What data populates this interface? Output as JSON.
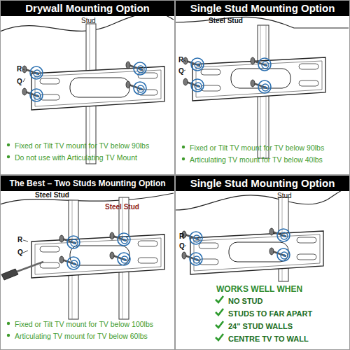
{
  "diagram": {
    "nodes": [
      {
        "text": [
          "Drywall Mounting Option",
          "Fixed or Tilt TV mount for TV below 90lbs",
          "Do not use with Articulating TV Mount"
        ]
      },
      {
        "text": [
          "Single Stud Mounting Option",
          "Fixed or Tilt TV mount for TV below 90lbs",
          "Articulating TV mount for TV below 40lbs"
        ]
      },
      {
        "text": [
          "The Best – Two Studs Mounting Option",
          "Fixed or Tilt TV mount for TV below 100lbs",
          "Articulating TV mount for TV below 60lbs"
        ]
      },
      {
        "text": [
          "Single Stud Mounting Option",
          "WORKS WELL WHEN",
          "NO STUD",
          "STUDS TO FAR APART",
          "24\" STUD WALLS",
          "CENTRE TV TO WALL"
        ]
      }
    ],
    "labels": [
      "Stud",
      "R",
      "Q",
      "Steel Stud",
      "R",
      "Q",
      "Steel Stud",
      "Steel Stud",
      "R",
      "Q",
      "Stud",
      "R",
      "Q"
    ]
  }
}
